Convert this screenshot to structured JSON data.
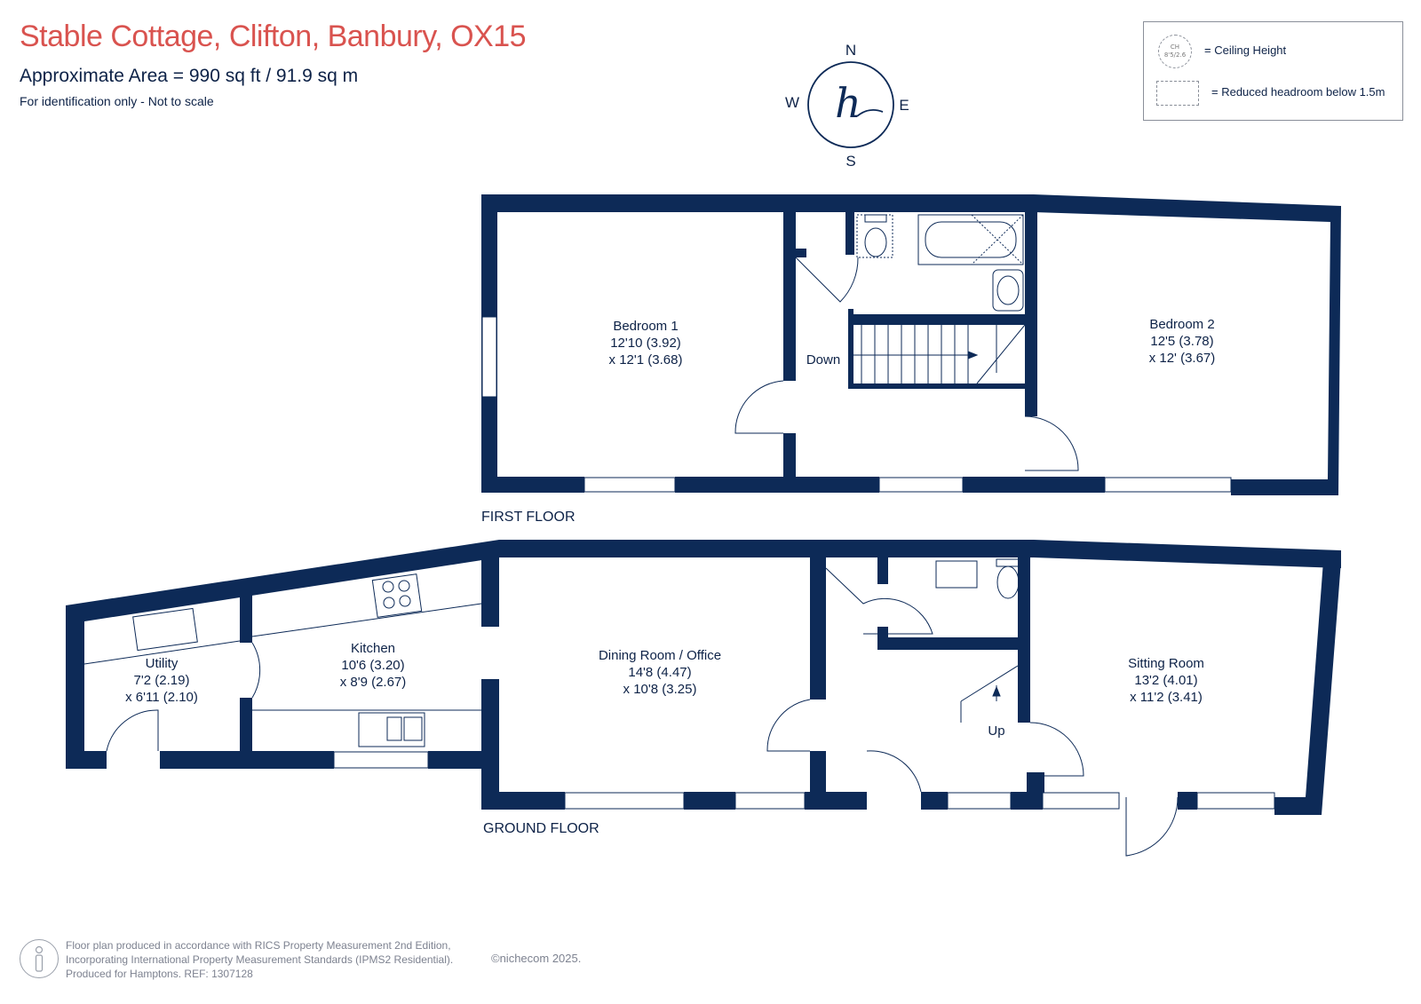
{
  "header": {
    "title": "Stable Cottage, Clifton, Banbury, OX15",
    "area": "Approximate Area = 990 sq ft / 91.9 sq m",
    "note": "For identification only - Not to scale"
  },
  "compass": {
    "n": "N",
    "s": "S",
    "e": "E",
    "w": "W",
    "logo": "h"
  },
  "legend": {
    "ceiling_symbol_text_1": "CH",
    "ceiling_symbol_text_2": "8'5/2.6",
    "ceiling_label": "= Ceiling Height",
    "headroom_label": "= Reduced headroom below 1.5m"
  },
  "first_floor": {
    "label": "FIRST FLOOR",
    "bedroom1": {
      "name": "Bedroom 1",
      "dim1": "12'10 (3.92)",
      "dim2": "x 12'1 (3.68)"
    },
    "bedroom2": {
      "name": "Bedroom 2",
      "dim1": "12'5 (3.78)",
      "dim2": "x 12' (3.67)"
    },
    "stairs_label": "Down"
  },
  "ground_floor": {
    "label": "GROUND FLOOR",
    "utility": {
      "name": "Utility",
      "dim1": "7'2 (2.19)",
      "dim2": "x 6'11 (2.10)"
    },
    "kitchen": {
      "name": "Kitchen",
      "dim1": "10'6 (3.20)",
      "dim2": "x 8'9 (2.67)"
    },
    "dining": {
      "name": "Dining Room / Office",
      "dim1": "14'8 (4.47)",
      "dim2": "x 10'8 (3.25)"
    },
    "sitting": {
      "name": "Sitting Room",
      "dim1": "13'2 (4.01)",
      "dim2": "x 11'2 (3.41)"
    },
    "stairs_label": "Up"
  },
  "footer": {
    "line1": "Floor plan produced in accordance with RICS Property Measurement 2nd Edition,",
    "line2": "Incorporating International Property Measurement Standards (IPMS2 Residential).",
    "line3": "Produced for Hamptons.   REF:  1307128",
    "copyright": "©nichecom 2025."
  },
  "colors": {
    "wall": "#0d2a57",
    "title": "#d9534f",
    "text": "#0d2247"
  }
}
